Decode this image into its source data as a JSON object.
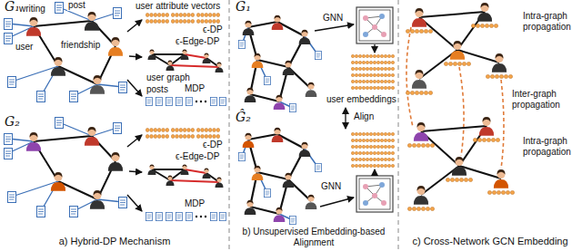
{
  "diagram": {
    "nodes": [
      {
        "text": [
          "a) Hybrid-DP Mechanism"
        ]
      },
      {
        "text": [
          "b) Unsupervised Embedding-based Alignment"
        ]
      },
      {
        "text": [
          "c) Cross-Network GCN Embedding"
        ]
      }
    ],
    "labels": [
      "G₁",
      "writing",
      "post",
      "user",
      "friendship",
      "user attribute vectors",
      "ϵ-DP",
      "ϵ-Edge-DP",
      "user graph",
      "posts",
      "MDP",
      "G₂",
      "ϵ-DP",
      "ϵ-Edge-DP",
      "MDP",
      "Ĝ₁",
      "GNN",
      "user embeddings",
      "Align",
      "Ĝ₂",
      "GNN",
      "Intra-graph propagation",
      "Inter-graph propagation",
      "Intra-graph propagation"
    ]
  }
}
